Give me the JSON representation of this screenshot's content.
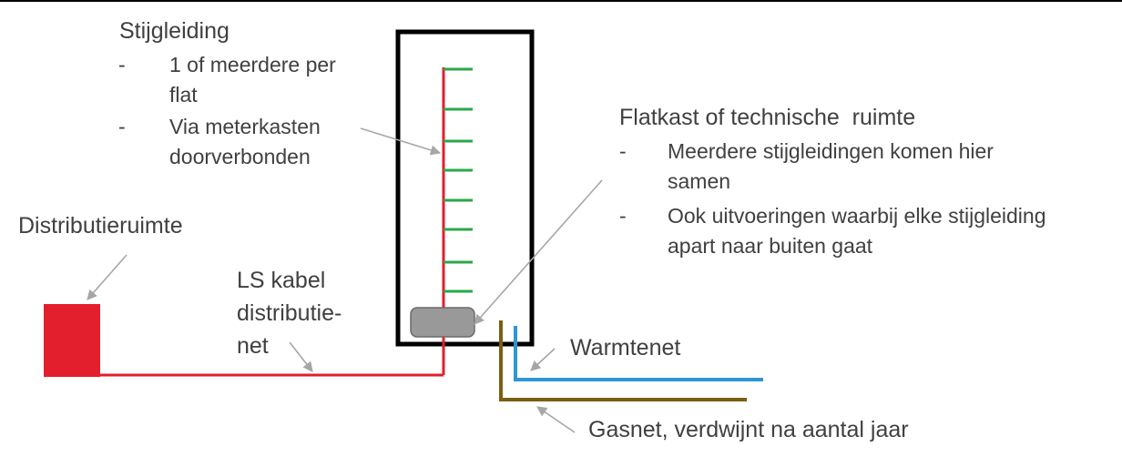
{
  "labels": {
    "stijgleiding": {
      "title": "Stijgleiding",
      "bullets": [
        {
          "dash": "-",
          "lines": [
            "1 of meerdere per",
            "flat"
          ]
        },
        {
          "dash": "-",
          "lines": [
            "Via meterkasten",
            "doorverbonden"
          ]
        }
      ]
    },
    "flatkast": {
      "title": "Flatkast of technische  ruimte",
      "bullets": [
        {
          "dash": "-",
          "lines": [
            "Meerdere stijgleidingen komen hier",
            "samen"
          ]
        },
        {
          "dash": "-",
          "lines": [
            "Ook uitvoeringen waarbij elke stijgleiding",
            "apart naar buiten gaat"
          ]
        }
      ]
    },
    "distributieruimte": "Distributieruimte",
    "ls_kabel": [
      "LS kabel",
      "distributie-",
      "net"
    ],
    "warmtenet": "Warmtenet",
    "gasnet": "Gasnet, verdwijnt na aantal jaar"
  },
  "colors": {
    "power_cable": "#e31e2d",
    "meter_tick": "#2aa84a",
    "warmtenet_pipe": "#2f96d6",
    "gasnet_pipe": "#7a5e12",
    "flat_outline": "#000000",
    "flatkast_box": "#999999",
    "arrow": "#a6a6a6",
    "text": "#404040"
  }
}
